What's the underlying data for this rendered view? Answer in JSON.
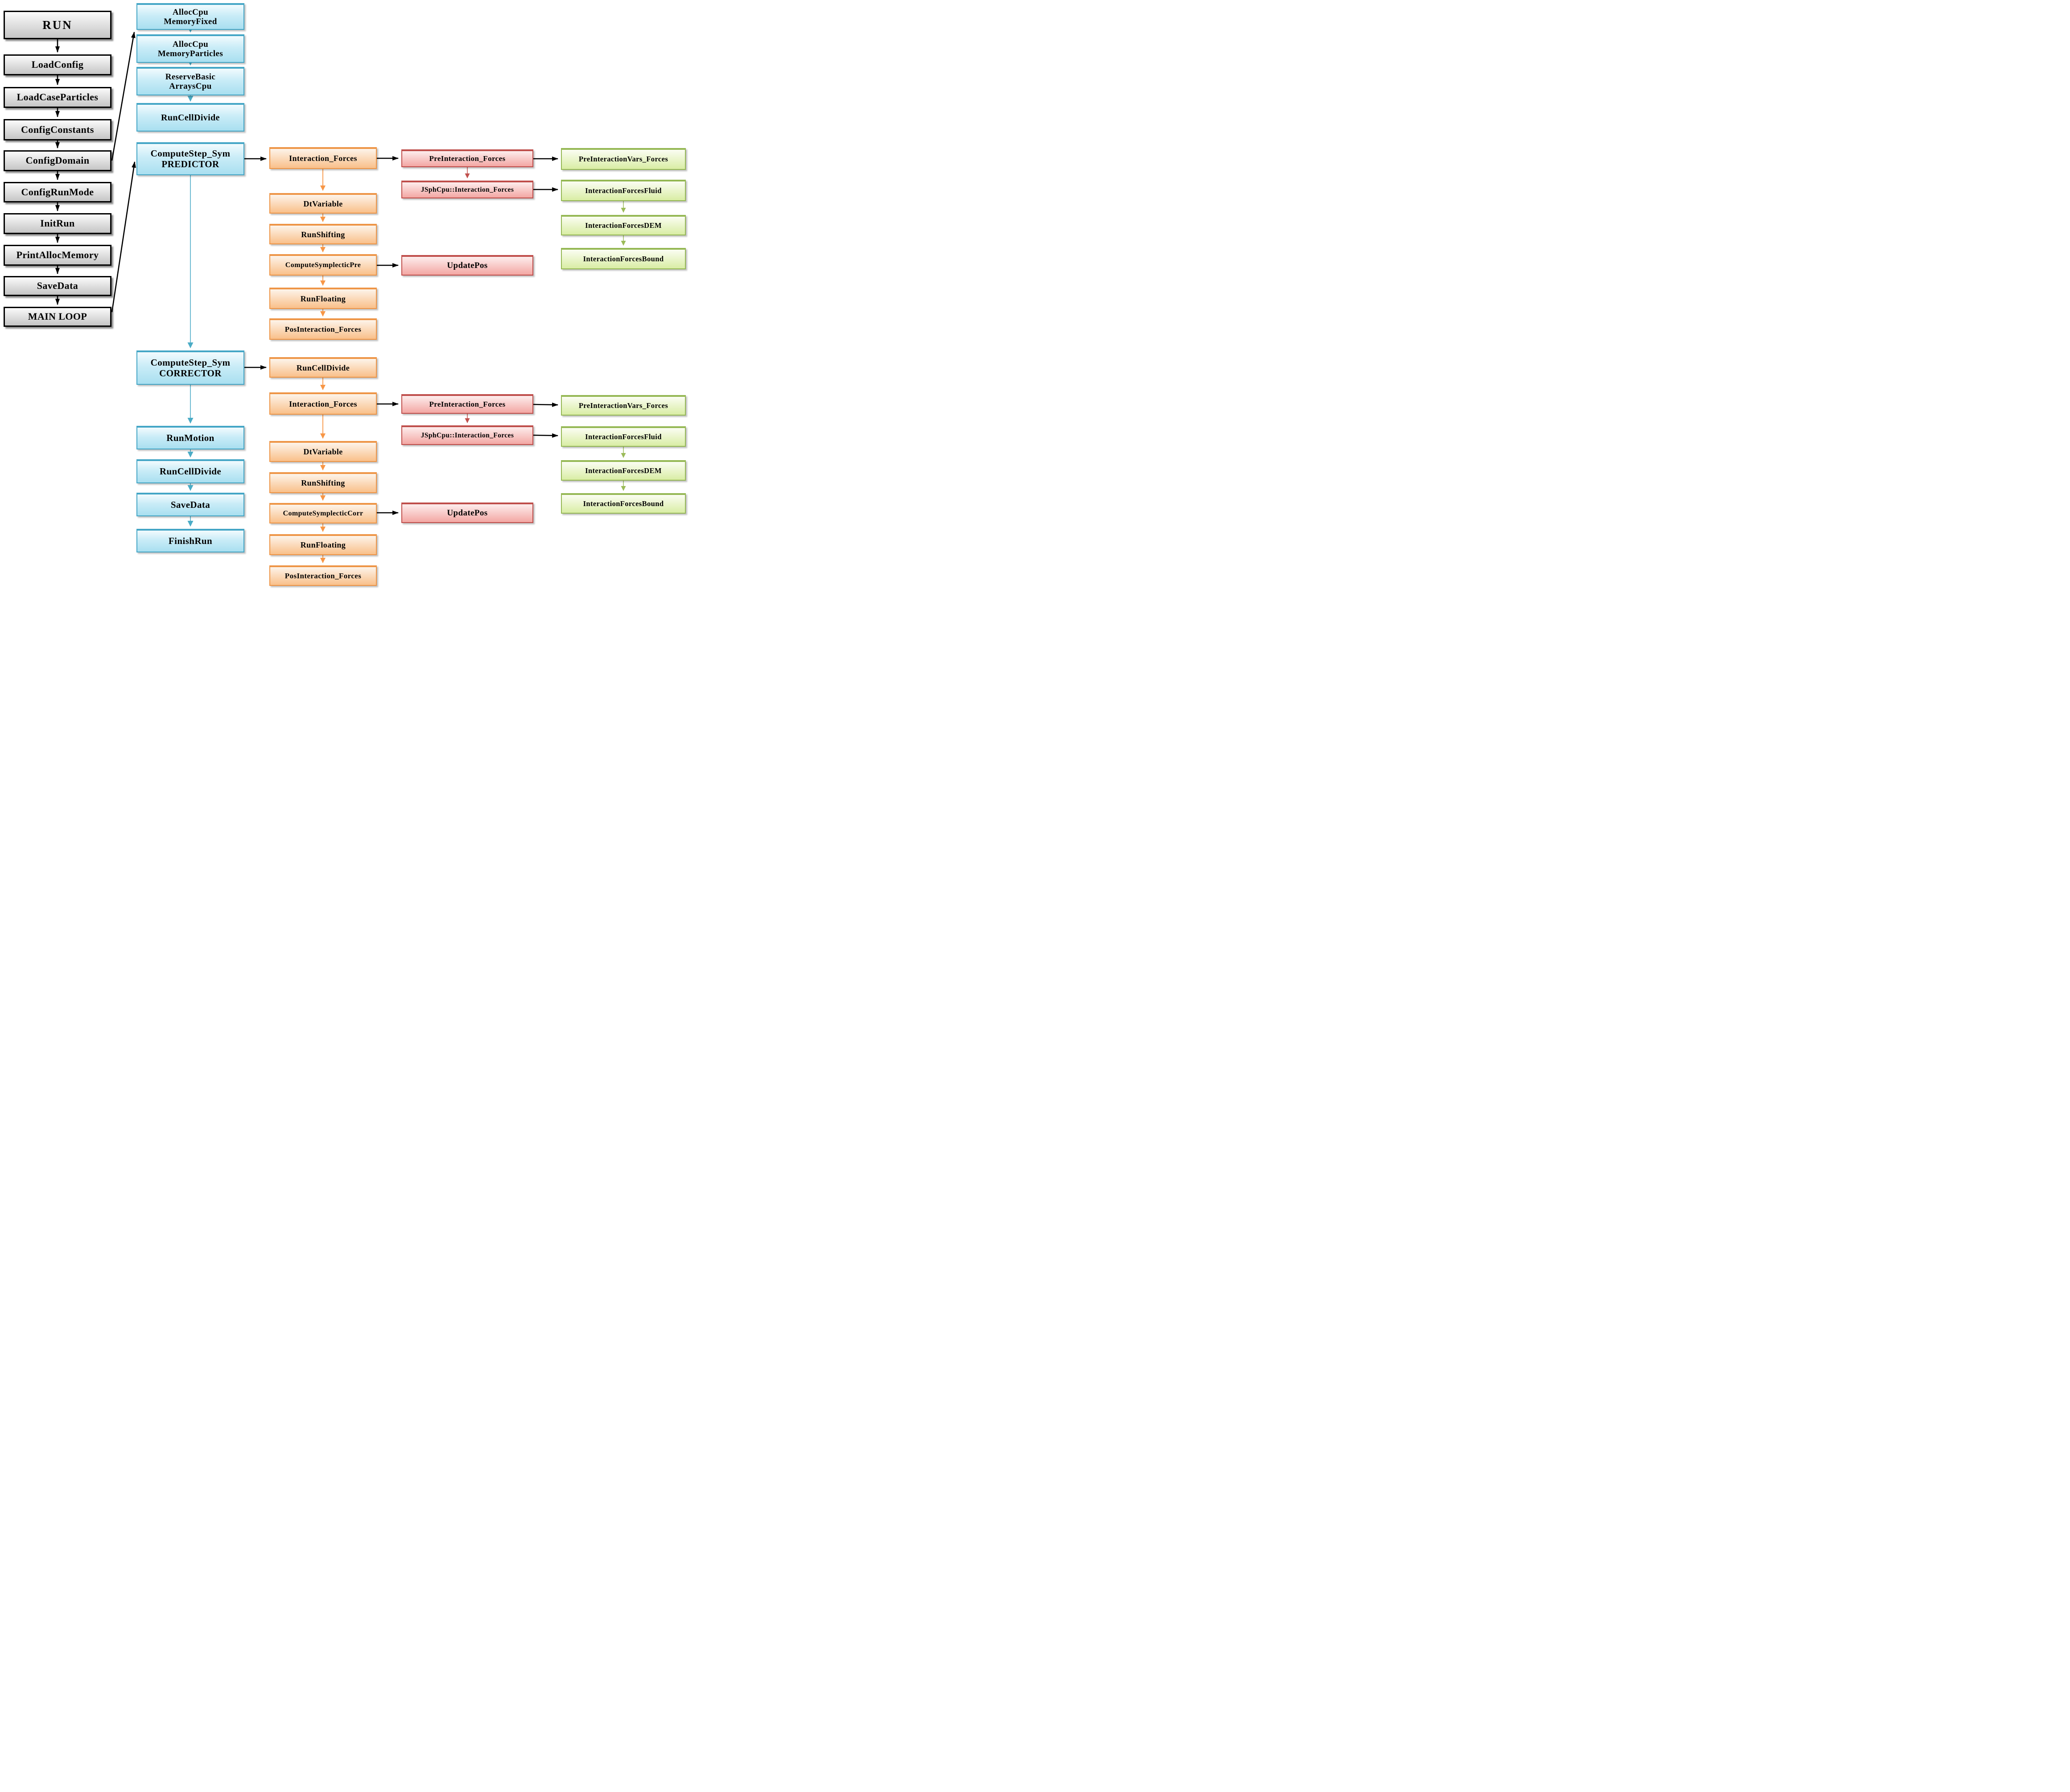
{
  "colors": {
    "gray_fill_top": "#fbfbfb",
    "gray_fill_bottom": "#c5c5c5",
    "gray_border": "#000000",
    "blue_fill_bottom": "#a9dff0",
    "blue_border": "#4bacc6",
    "orange_fill_bottom": "#f9c08a",
    "orange_border": "#f79646",
    "red_fill_bottom": "#f3a7a3",
    "red_border": "#c0504d",
    "green_fill_bottom": "#d9eda4",
    "green_border": "#9bbb59",
    "arrow_black": "#000000",
    "arrow_blue": "#4bacc6",
    "arrow_orange": "#f79646",
    "arrow_red": "#c0504d",
    "arrow_green": "#9bbb59"
  },
  "main_sequence": {
    "items": [
      "RUN",
      "LoadConfig",
      "LoadCaseParticles",
      "ConfigConstants",
      "ConfigDomain",
      "ConfigRunMode",
      "InitRun",
      "PrintAllocMemory",
      "SaveData",
      "MAIN LOOP"
    ]
  },
  "alloc_stack": {
    "items": [
      "AllocCpu\nMemoryFixed",
      "AllocCpu\nMemoryParticles",
      "ReserveBasic\nArraysCpu",
      "RunCellDivide"
    ]
  },
  "predictor": {
    "step": "ComputeStep_Sym\nPREDICTOR",
    "orange": [
      "Interaction_Forces",
      "DtVariable",
      "RunShifting",
      "ComputeSymplecticPre",
      "RunFloating",
      "PosInteraction_Forces"
    ],
    "red": [
      "PreInteraction_Forces",
      "JSphCpu::Interaction_Forces",
      "UpdatePos"
    ],
    "green": [
      "PreInteractionVars_Forces",
      "InteractionForcesFluid",
      "InteractionForcesDEM",
      "InteractionForcesBound"
    ]
  },
  "corrector": {
    "step": "ComputeStep_Sym\nCORRECTOR",
    "orange": [
      "RunCellDivide",
      "Interaction_Forces",
      "DtVariable",
      "RunShifting",
      "ComputeSymplecticCorr",
      "RunFloating",
      "PosInteraction_Forces"
    ],
    "red": [
      "PreInteraction_Forces",
      "JSphCpu::Interaction_Forces",
      "UpdatePos"
    ],
    "green": [
      "PreInteractionVars_Forces",
      "InteractionForcesFluid",
      "InteractionForcesDEM",
      "InteractionForcesBound"
    ]
  },
  "finish_stack": {
    "items": [
      "RunMotion",
      "RunCellDivide",
      "SaveData",
      "FinishRun"
    ]
  }
}
